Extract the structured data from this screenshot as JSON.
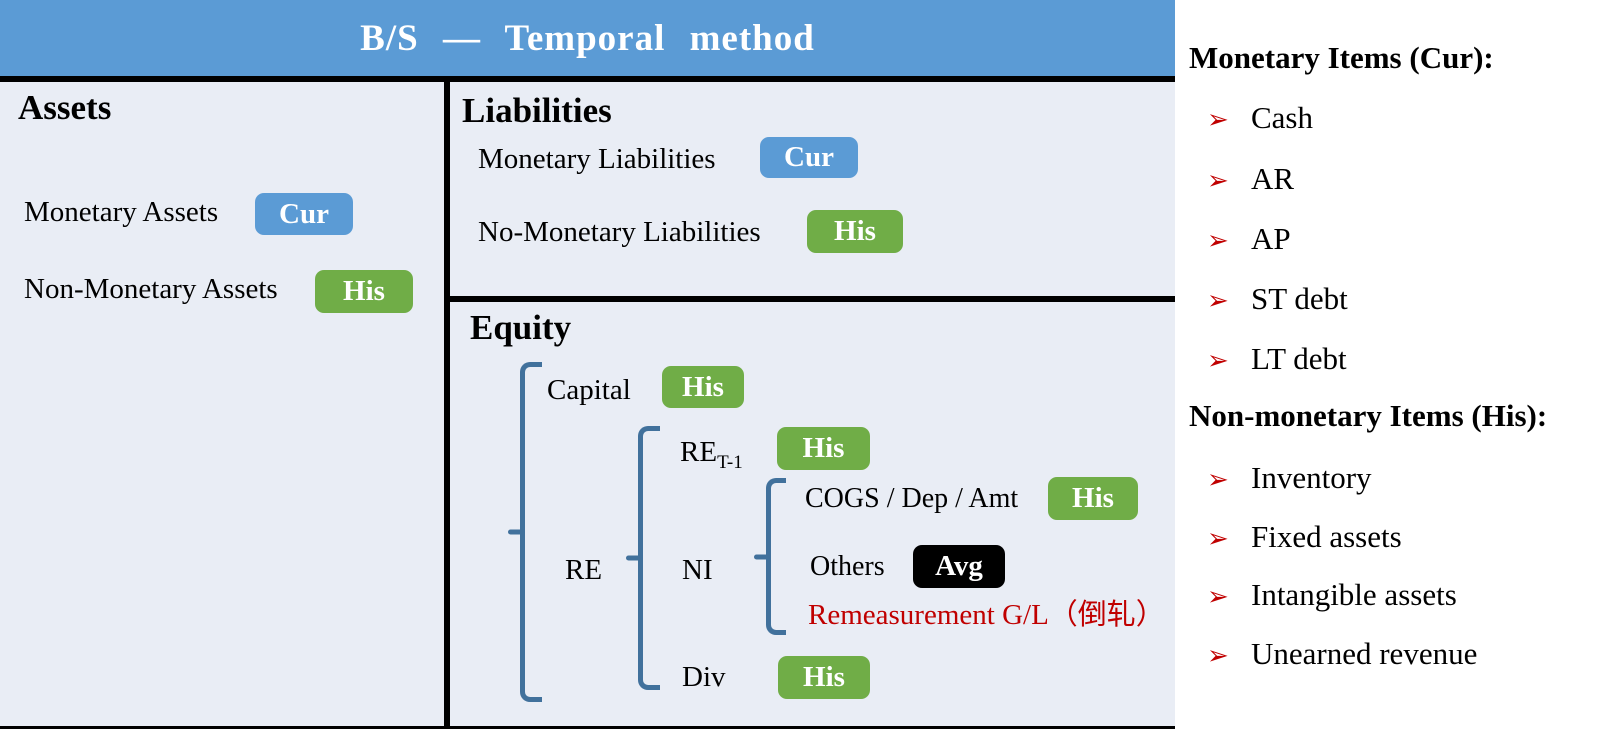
{
  "header": {
    "title": "B/S — Temporal method"
  },
  "panels": {
    "assets": {
      "heading": "Assets",
      "rows": [
        {
          "label": "Monetary Assets",
          "badge": "Cur"
        },
        {
          "label": "Non-Monetary Assets",
          "badge": "His"
        }
      ]
    },
    "liabilities": {
      "heading": "Liabilities",
      "rows": [
        {
          "label": "Monetary Liabilities",
          "badge": "Cur"
        },
        {
          "label": "No-Monetary Liabilities",
          "badge": "His"
        }
      ]
    },
    "equity": {
      "heading": "Equity",
      "capital": {
        "label": "Capital",
        "badge": "His"
      },
      "re": {
        "label": "RE"
      },
      "re_prior": {
        "label": "RE",
        "subscript": "T-1",
        "badge": "His"
      },
      "ni": {
        "label": "NI"
      },
      "ni_components": [
        {
          "label": "COGS / Dep / Amt",
          "badge": "His"
        },
        {
          "label": "Others",
          "badge": "Avg"
        },
        {
          "label": "Remeasurement G/L（倒轧）"
        }
      ],
      "dividends": {
        "label": "Div",
        "badge": "His"
      }
    }
  },
  "sidebar": {
    "bullet_glyph": "➢",
    "sections": [
      {
        "heading": "Monetary Items (Cur):",
        "items": [
          "Cash",
          "AR",
          "AP",
          "ST debt",
          "LT debt"
        ]
      },
      {
        "heading": "Non-monetary Items (His):",
        "items": [
          "Inventory",
          "Fixed assets",
          "Intangible assets",
          "Unearned revenue"
        ]
      }
    ]
  },
  "colors": {
    "header_blue": "#5B9BD5",
    "badge_blue": "#5B9BD5",
    "badge_green": "#70AD47",
    "badge_black": "#000000",
    "panel_background": "#E9EDF5",
    "bracket_blue": "#41719C",
    "red_text": "#C00000",
    "bullet_red": "#C00000"
  }
}
